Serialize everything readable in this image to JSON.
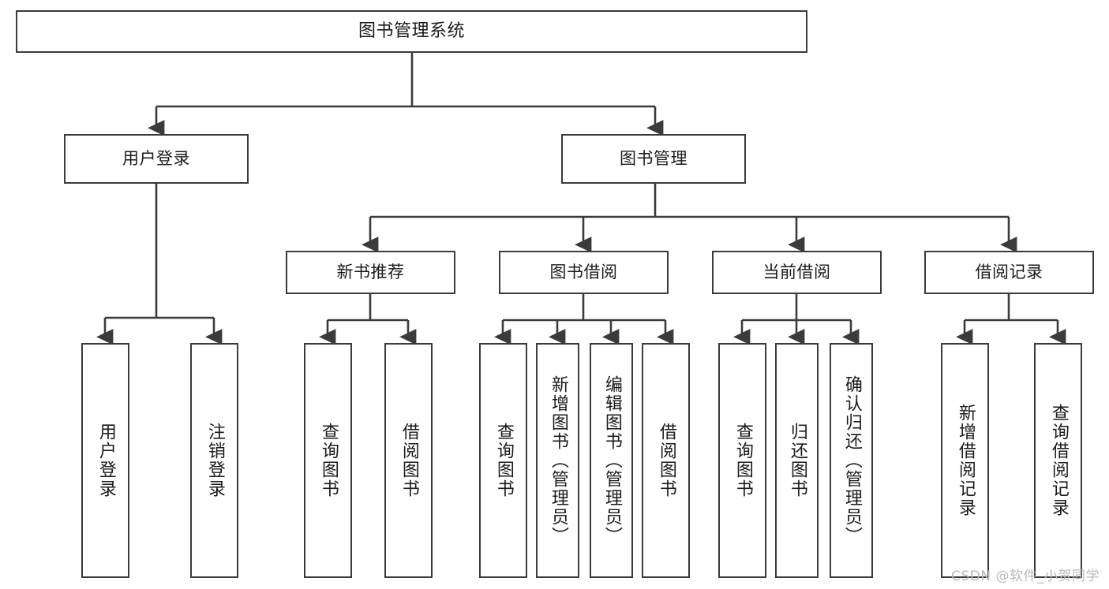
{
  "diagram": {
    "type": "tree",
    "title": "图书管理系统",
    "orientation": "top-down",
    "colors": {
      "node_border": "#3b3b3b",
      "node_fill": "#ffffff",
      "edge": "#3b3b3b",
      "text": "#1b1b1b",
      "background": "#ffffff",
      "watermark": "#b9b9b9"
    },
    "nodes": {
      "root": {
        "label": "图书管理系统"
      },
      "level1": [
        {
          "id": "user-login",
          "label": "用户登录"
        },
        {
          "id": "book-manage",
          "label": "图书管理"
        }
      ],
      "level2": [
        {
          "id": "new-book-recommend",
          "label": "新书推荐"
        },
        {
          "id": "book-borrow",
          "label": "图书借阅"
        },
        {
          "id": "current-borrow",
          "label": "当前借阅"
        },
        {
          "id": "borrow-record",
          "label": "借阅记录"
        }
      ],
      "leaves": [
        {
          "id": "leaf-user-login",
          "label": "用户登录",
          "parent": "user-login"
        },
        {
          "id": "leaf-logout-login",
          "label": "注销登录",
          "parent": "user-login"
        },
        {
          "id": "leaf-query-book-1",
          "label": "查询图书",
          "parent": "new-book-recommend"
        },
        {
          "id": "leaf-borrow-book-1",
          "label": "借阅图书",
          "parent": "new-book-recommend"
        },
        {
          "id": "leaf-query-book-2",
          "label": "查询图书",
          "parent": "book-borrow"
        },
        {
          "id": "leaf-add-book",
          "label": "新增图书（管理员）",
          "parent": "book-borrow"
        },
        {
          "id": "leaf-edit-book",
          "label": "编辑图书（管理员）",
          "parent": "book-borrow"
        },
        {
          "id": "leaf-borrow-book-2",
          "label": "借阅图书",
          "parent": "book-borrow"
        },
        {
          "id": "leaf-query-book-3",
          "label": "查询图书",
          "parent": "current-borrow"
        },
        {
          "id": "leaf-return-book",
          "label": "归还图书",
          "parent": "current-borrow"
        },
        {
          "id": "leaf-confirm-return",
          "label": "确认归还（管理员）",
          "parent": "current-borrow"
        },
        {
          "id": "leaf-add-record",
          "label": "新增借阅记录",
          "parent": "borrow-record"
        },
        {
          "id": "leaf-query-record",
          "label": "查询借阅记录",
          "parent": "borrow-record"
        }
      ]
    }
  },
  "watermark": {
    "text": "CSDN @软件_小贺同学"
  }
}
